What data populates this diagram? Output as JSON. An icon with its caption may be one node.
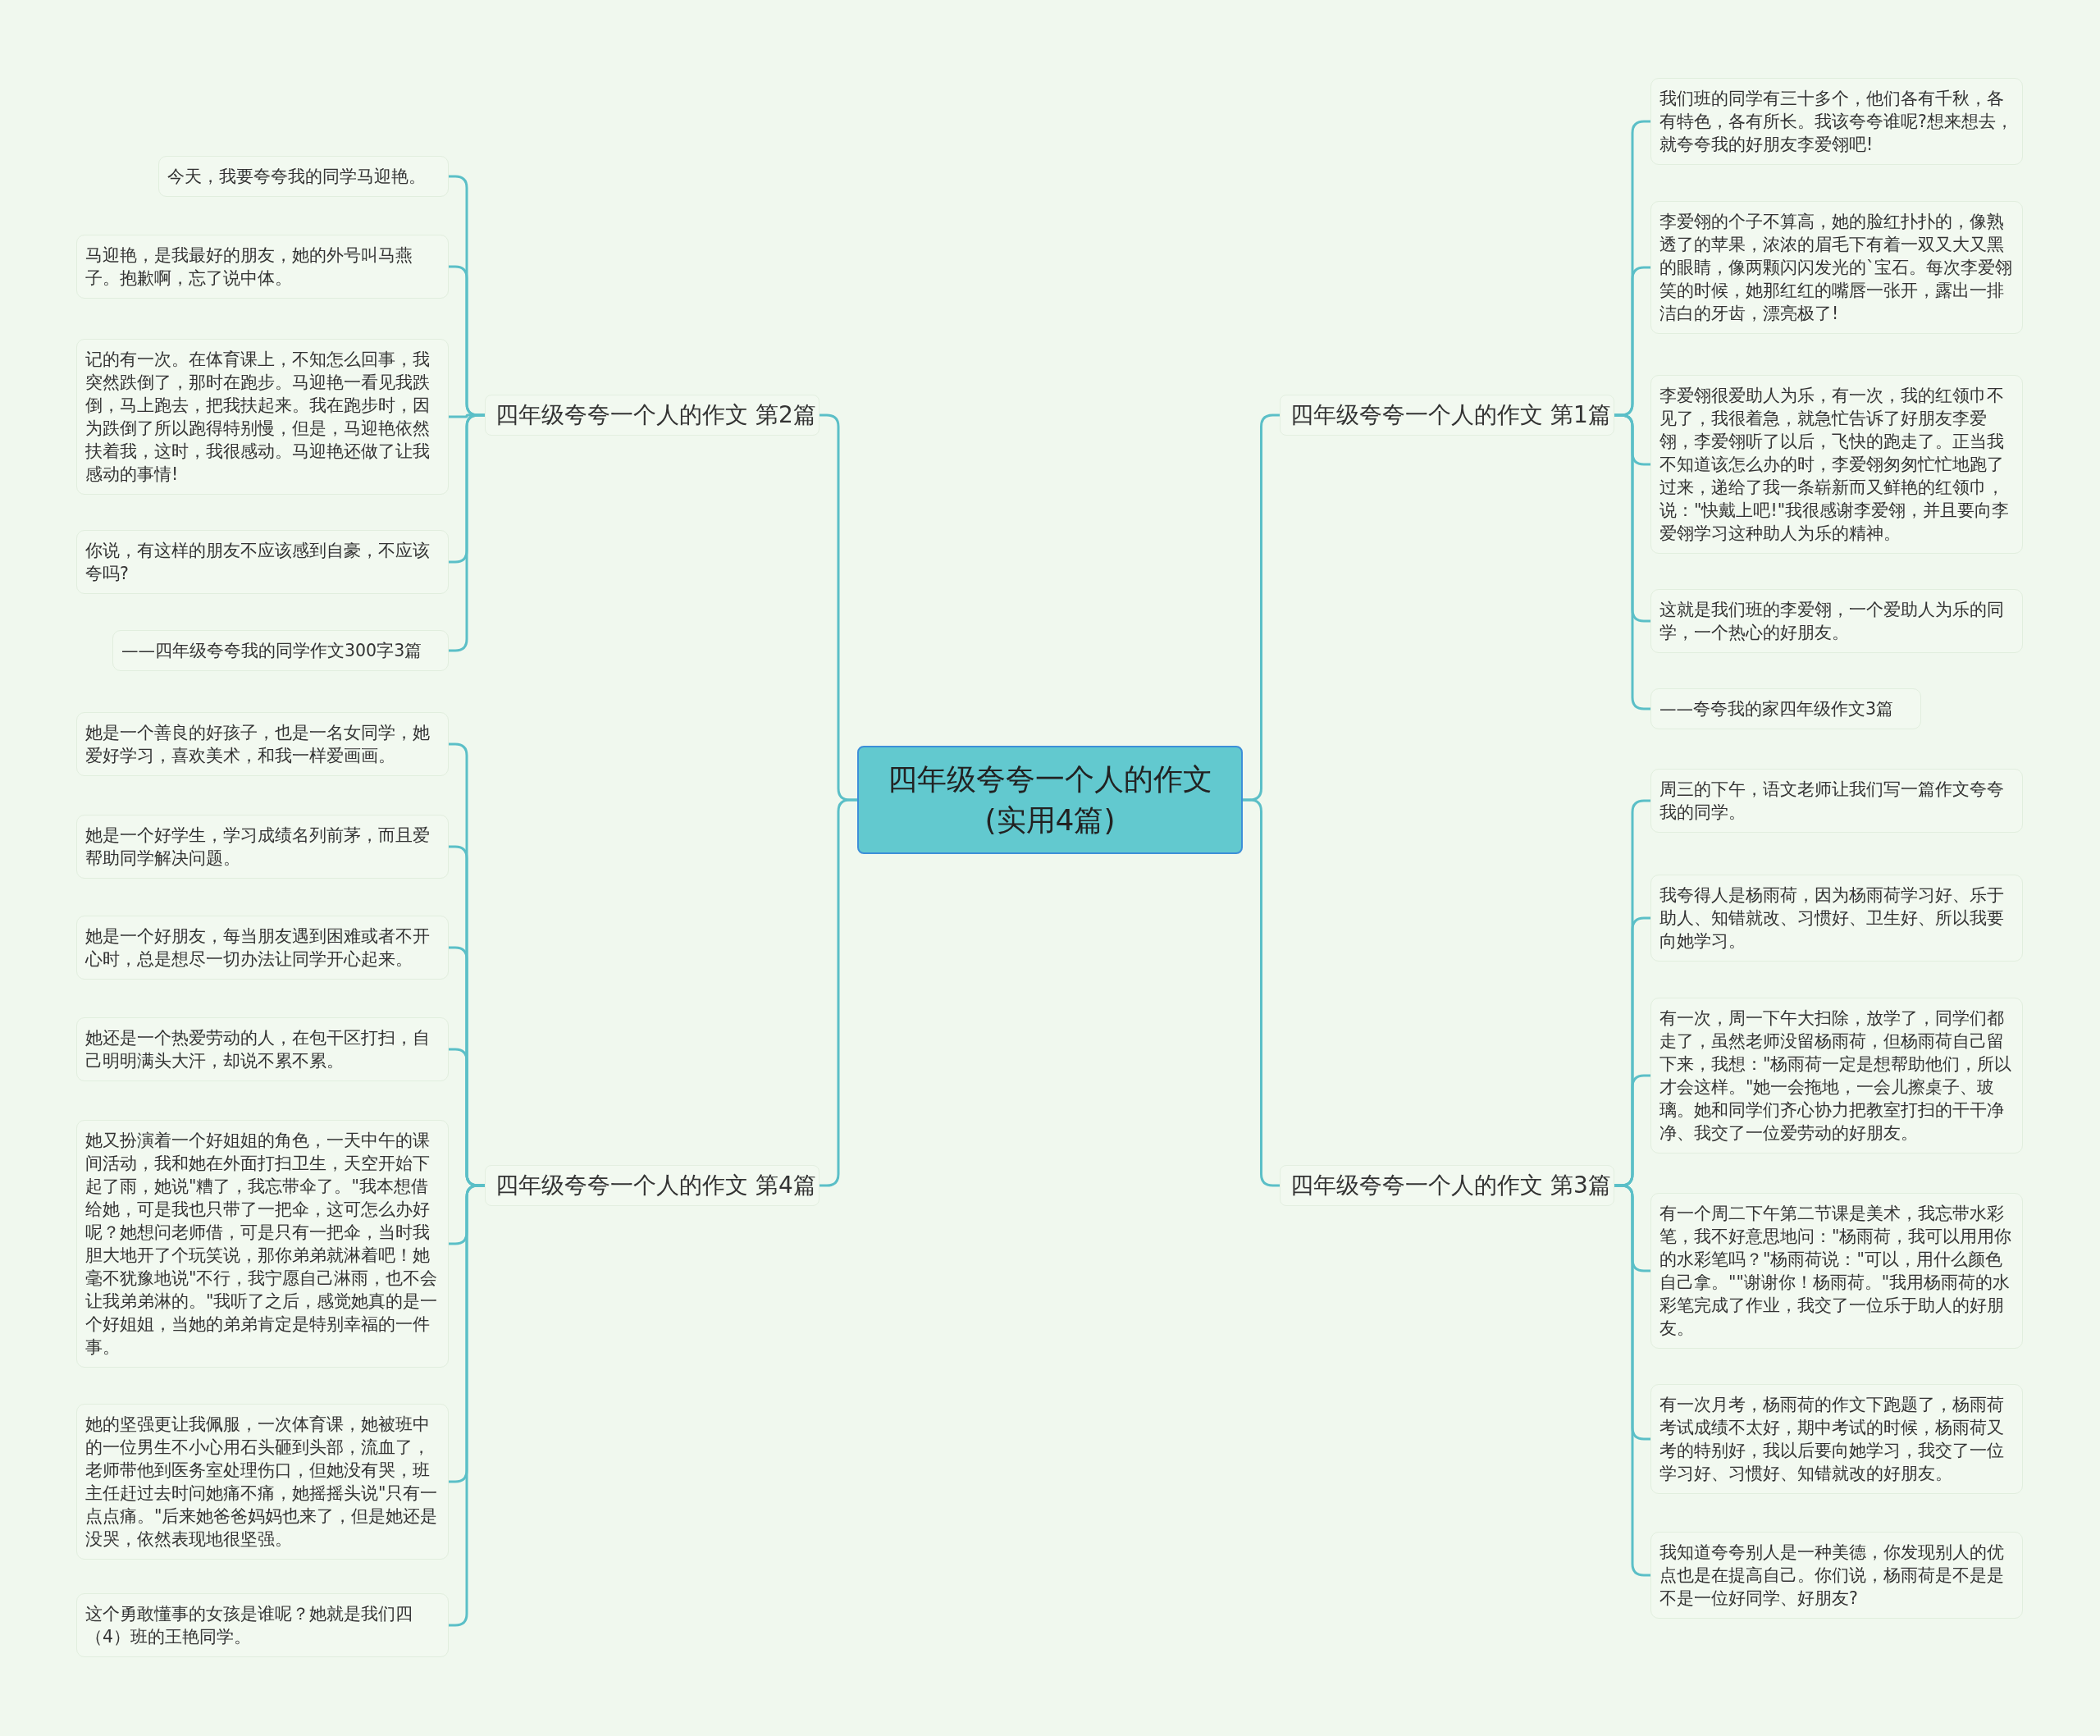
{
  "diagram": {
    "nodes": [
      {
        "text": [
          "四年级夸夸一个人的作文(实用4篇)"
        ]
      },
      {
        "text": [
          "四年级夸夸一个人的作文 第1篇"
        ]
      },
      {
        "text": [
          "我们班的同学有三十多个，他们各有千秋，各有特色，各有所长。我该夸夸谁呢?想来想去，就夸夸我的好朋友李爱翎吧!"
        ]
      },
      {
        "text": [
          "李爱翎的个子不算高，她的脸红扑扑的，像熟透了的苹果，浓浓的眉毛下有着一双又大又黑的眼睛，像两颗闪闪发光的`宝石。每次李爱翎笑的时候，她那红红的嘴唇一张开，露出一排洁白的牙齿，漂亮极了!"
        ]
      },
      {
        "text": [
          "李爱翎很爱助人为乐，有一次，我的红领巾不见了，我很着急，就急忙告诉了好朋友李爱翎，李爱翎听了以后，飞快的跑走了。正当我不知道该怎么办的时，李爱翎匆匆忙忙地跑了过来，递给了我一条崭新而又鲜艳的红领巾，说：\"快戴上吧!\"我很感谢李爱翎，并且要向李爱翎学习这种助人为乐的精神。"
        ]
      },
      {
        "text": [
          "这就是我们班的李爱翎，一个爱助人为乐的同学，一个热心的好朋友。"
        ]
      },
      {
        "text": [
          "——夸夸我的家四年级作文3篇"
        ]
      },
      {
        "text": [
          "四年级夸夸一个人的作文 第2篇"
        ]
      },
      {
        "text": [
          "今天，我要夸夸我的同学马迎艳。"
        ]
      },
      {
        "text": [
          "马迎艳，是我最好的朋友，她的外号叫马燕子。抱歉啊，忘了说中体。"
        ]
      },
      {
        "text": [
          "记的有一次。在体育课上，不知怎么回事，我突然跌倒了，那时在跑步。马迎艳一看见我跌倒，马上跑去，把我扶起来。我在跑步时，因为跌倒了所以跑得特别慢，但是，马迎艳依然扶着我，这时，我很感动。马迎艳还做了让我感动的事情!"
        ]
      },
      {
        "text": [
          "你说，有这样的朋友不应该感到自豪，不应该夸吗?"
        ]
      },
      {
        "text": [
          "——四年级夸夸我的同学作文300字3篇"
        ]
      },
      {
        "text": [
          "四年级夸夸一个人的作文 第3篇"
        ]
      },
      {
        "text": [
          "周三的下午，语文老师让我们写一篇作文夸夸我的同学。"
        ]
      },
      {
        "text": [
          "我夸得人是杨雨荷，因为杨雨荷学习好、乐于助人、知错就改、习惯好、卫生好、所以我要向她学习。"
        ]
      },
      {
        "text": [
          "有一次，周一下午大扫除，放学了，同学们都走了，虽然老师没留杨雨荷，但杨雨荷自己留下来，我想：\"杨雨荷一定是想帮助他们，所以才会这样。\"她一会拖地，一会儿擦桌子、玻璃。她和同学们齐心协力把教室打扫的干干净净、我交了一位爱劳动的好朋友。"
        ]
      },
      {
        "text": [
          "有一个周二下午第二节课是美术，我忘带水彩笔，我不好意思地问：\"杨雨荷，我可以用用你的水彩笔吗？\"杨雨荷说：\"可以，用什么颜色自己拿。\"\"谢谢你！杨雨荷。\"我用杨雨荷的水彩笔完成了作业，我交了一位乐于助人的好朋友。"
        ]
      },
      {
        "text": [
          "有一次月考，杨雨荷的作文下跑题了，杨雨荷考试成绩不太好，期中考试的时候，杨雨荷又考的特别好，我以后要向她学习，我交了一位学习好、习惯好、知错就改的好朋友。"
        ]
      },
      {
        "text": [
          "我知道夸夸别人是一种美德，你发现别人的优点也是在提高自己。你们说，杨雨荷是不是是不是一位好同学、好朋友?"
        ]
      },
      {
        "text": [
          "四年级夸夸一个人的作文 第4篇"
        ]
      },
      {
        "text": [
          "她是一个善良的好孩子，也是一名女同学，她爱好学习，喜欢美术，和我一样爱画画。"
        ]
      },
      {
        "text": [
          "她是一个好学生，学习成绩名列前茅，而且爱帮助同学解决问题。"
        ]
      },
      {
        "text": [
          "她是一个好朋友，每当朋友遇到困难或者不开心时，总是想尽一切办法让同学开心起来。"
        ]
      },
      {
        "text": [
          "她还是一个热爱劳动的人，在包干区打扫，自己明明满头大汗，却说不累不累。"
        ]
      },
      {
        "text": [
          "她又扮演着一个好姐姐的角色，一天中午的课间活动，我和她在外面打扫卫生，天空开始下起了雨，她说\"糟了，我忘带伞了。\"我本想借给她，可是我也只带了一把伞，这可怎么办好呢？她想问老师借，可是只有一把伞，当时我胆大地开了个玩笑说，那你弟弟就淋着吧！她毫不犹豫地说\"不行，我宁愿自己淋雨，也不会让我弟弟淋的。\"我听了之后，感觉她真的是一个好姐姐，当她的弟弟肯定是特别幸福的一件事。"
        ]
      },
      {
        "text": [
          "她的坚强更让我佩服，一次体育课，她被班中的一位男生不小心用石头砸到头部，流血了，老师带他到医务室处理伤口，但她没有哭，班主任赶过去时问她痛不痛，她摇摇头说\"只有一点点痛。\"后来她爸爸妈妈也来了，但是她还是没哭，依然表现地很坚强。"
        ]
      },
      {
        "text": [
          "这个勇敢懂事的女孩是谁呢？她就是我们四（4）班的王艳同学。"
        ]
      }
    ],
    "edges": [
      {
        "from": 0,
        "to": 1,
        "arrow": "none"
      },
      {
        "from": 1,
        "to": 2,
        "arrow": "none"
      },
      {
        "from": 1,
        "to": 3,
        "arrow": "none"
      },
      {
        "from": 1,
        "to": 4,
        "arrow": "none"
      },
      {
        "from": 1,
        "to": 5,
        "arrow": "none"
      },
      {
        "from": 1,
        "to": 6,
        "arrow": "none"
      },
      {
        "from": 0,
        "to": 7,
        "arrow": "none"
      },
      {
        "from": 7,
        "to": 8,
        "arrow": "none"
      },
      {
        "from": 7,
        "to": 9,
        "arrow": "none"
      },
      {
        "from": 7,
        "to": 10,
        "arrow": "none"
      },
      {
        "from": 7,
        "to": 11,
        "arrow": "none"
      },
      {
        "from": 7,
        "to": 12,
        "arrow": "none"
      },
      {
        "from": 0,
        "to": 13,
        "arrow": "none"
      },
      {
        "from": 13,
        "to": 14,
        "arrow": "none"
      },
      {
        "from": 13,
        "to": 15,
        "arrow": "none"
      },
      {
        "from": 13,
        "to": 16,
        "arrow": "none"
      },
      {
        "from": 13,
        "to": 17,
        "arrow": "none"
      },
      {
        "from": 13,
        "to": 18,
        "arrow": "none"
      },
      {
        "from": 13,
        "to": 19,
        "arrow": "none"
      },
      {
        "from": 0,
        "to": 20,
        "arrow": "none"
      },
      {
        "from": 20,
        "to": 21,
        "arrow": "none"
      },
      {
        "from": 20,
        "to": 22,
        "arrow": "none"
      },
      {
        "from": 20,
        "to": 23,
        "arrow": "none"
      },
      {
        "from": 20,
        "to": 24,
        "arrow": "none"
      },
      {
        "from": 20,
        "to": 25,
        "arrow": "none"
      },
      {
        "from": 20,
        "to": 26,
        "arrow": "none"
      },
      {
        "from": 20,
        "to": 27,
        "arrow": "none"
      }
    ]
  }
}
